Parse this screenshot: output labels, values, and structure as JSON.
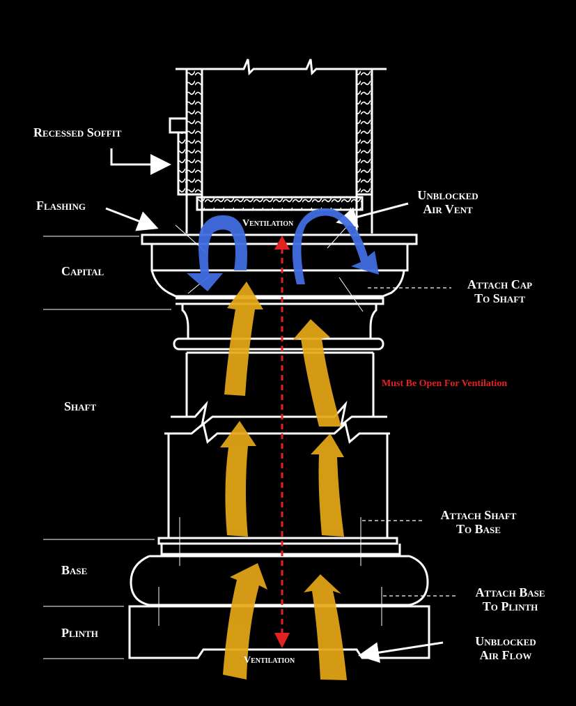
{
  "labels": {
    "recessed_soffit": "Recessed Soffit",
    "flashing": "Flashing",
    "capital": "Capital",
    "shaft": "Shaft",
    "base": "Base",
    "plinth": "Plinth",
    "unblocked_air_vent_1": "Unblocked",
    "unblocked_air_vent_2": "Air Vent",
    "attach_cap_1": "Attach Cap",
    "attach_cap_2": "To Shaft",
    "must_be_open": "Must Be Open For Ventilation",
    "attach_shaft_1": "Attach Shaft",
    "attach_shaft_2": "To Base",
    "attach_base_1": "Attach Base",
    "attach_base_2": "To Plinth",
    "unblocked_air_flow_1": "Unblocked",
    "unblocked_air_flow_2": "Air Flow",
    "ventilation_top": "Ventilation",
    "ventilation_bottom": "Ventilation"
  },
  "colors": {
    "background": "#000000",
    "line": "#ffffff",
    "warm_air": "#e6a817",
    "cool_air": "#3f6de0",
    "warning": "#e32222"
  }
}
